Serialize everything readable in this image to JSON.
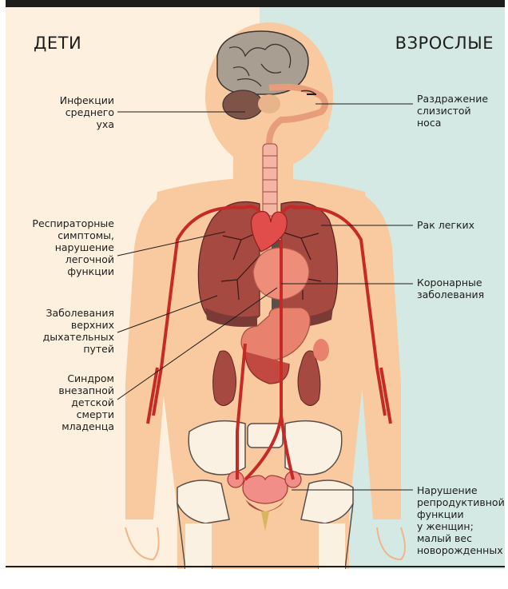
{
  "header": {
    "left_title": "ДЕТИ",
    "right_title": "ВЗРОСЛЫЕ"
  },
  "labels": {
    "ear": "Инфекции\nсреднего\nуха",
    "respiratory": "Респираторные\nсимптомы,\nнарушение\nлегочной\nфункции",
    "upper_airways": "Заболевания\nверхних\nдыхательных\nпутей",
    "sids": "Синдром\nвнезапной\nдетской\nсмерти\nмладенца",
    "nose": "Раздражение\nслизистой\nноса",
    "lung_cancer": "Рак легких",
    "coronary": "Коронарные\nзаболевания",
    "reproductive": "Нарушение\nрепродуктивной\nфункции\nу женщин;\nмалый вес\nноворожденных"
  },
  "colors": {
    "left_background": "#fdf0df",
    "right_background": "#d4e9e3",
    "skin": "#f9c9a0",
    "lungs": "#a64940",
    "heart": "#e04d4a",
    "artery": "#c52a27",
    "organs": "#e8826e",
    "bones": "#fbf1e2"
  },
  "icons": {
    "brain": "brain-icon",
    "lungs": "lungs-icon",
    "heart": "heart-icon",
    "stomach": "stomach-icon",
    "kidneys": "kidneys-icon",
    "pelvis": "pelvis-icon",
    "uterus": "uterus-icon"
  }
}
